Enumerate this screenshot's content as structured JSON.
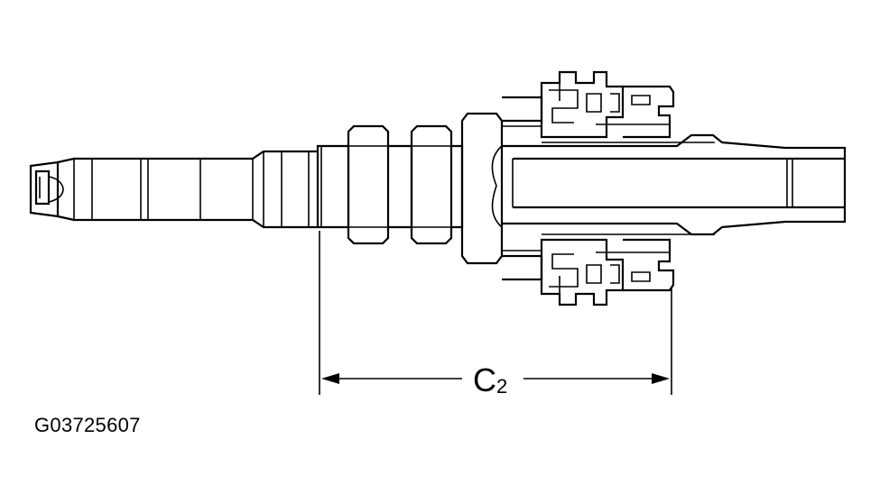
{
  "dimension": {
    "label": "C",
    "subscript": "2"
  },
  "figure_code": "G03725607"
}
